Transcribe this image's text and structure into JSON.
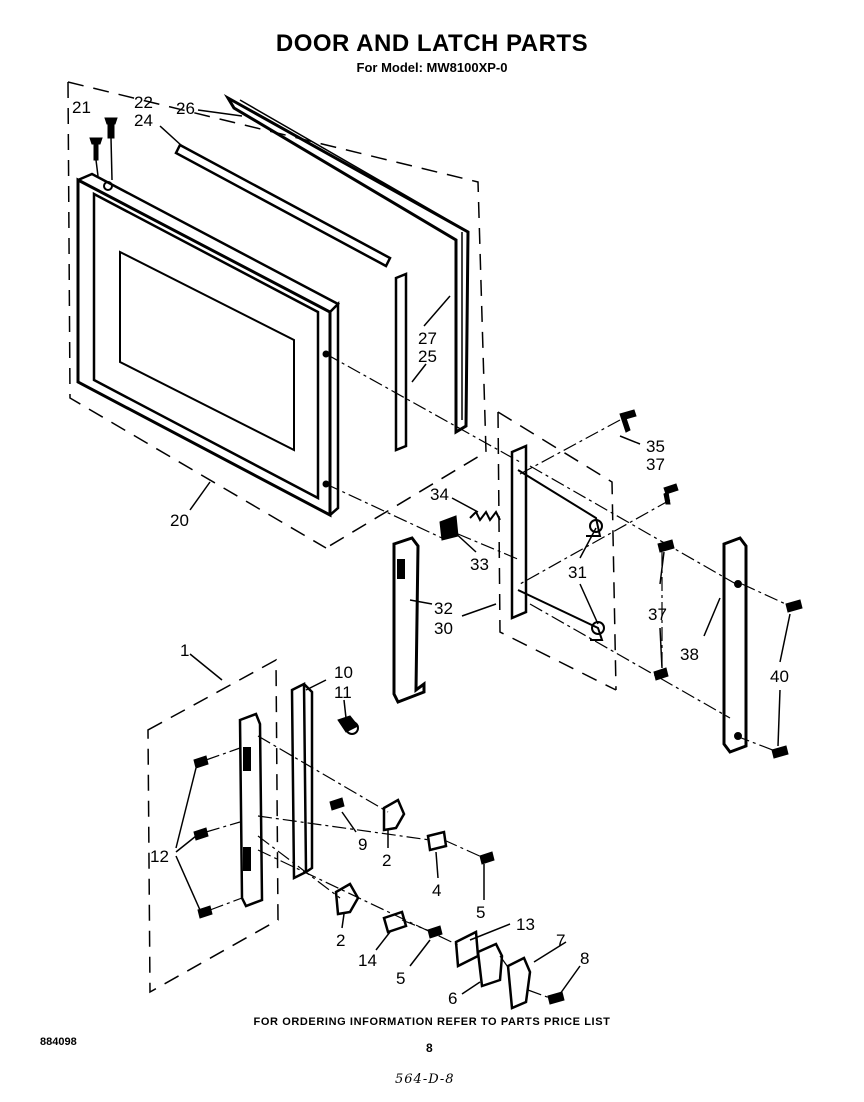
{
  "header": {
    "title": "DOOR AND LATCH PARTS",
    "subtitle": "For Model: MW8100XP-0"
  },
  "footer": {
    "ordering_note": "FOR ORDERING INFORMATION REFER TO PARTS PRICE LIST",
    "doc_code": "884098",
    "page_number": "8",
    "handwritten_note": "564-D-8"
  },
  "callouts": {
    "c1": "1",
    "c2a": "2",
    "c2b": "2",
    "c4": "4",
    "c5a": "5",
    "c5b": "5",
    "c6": "6",
    "c7": "7",
    "c8": "8",
    "c9": "9",
    "c10": "10",
    "c11": "11",
    "c12": "12",
    "c13": "13",
    "c14": "14",
    "c20": "20",
    "c21": "21",
    "c22": "22",
    "c24": "24",
    "c25": "25",
    "c26": "26",
    "c27": "27",
    "c30": "30",
    "c31": "31",
    "c32": "32",
    "c33": "33",
    "c34": "34",
    "c35": "35",
    "c37a": "37",
    "c37b": "37",
    "c38": "38",
    "c40": "40"
  }
}
